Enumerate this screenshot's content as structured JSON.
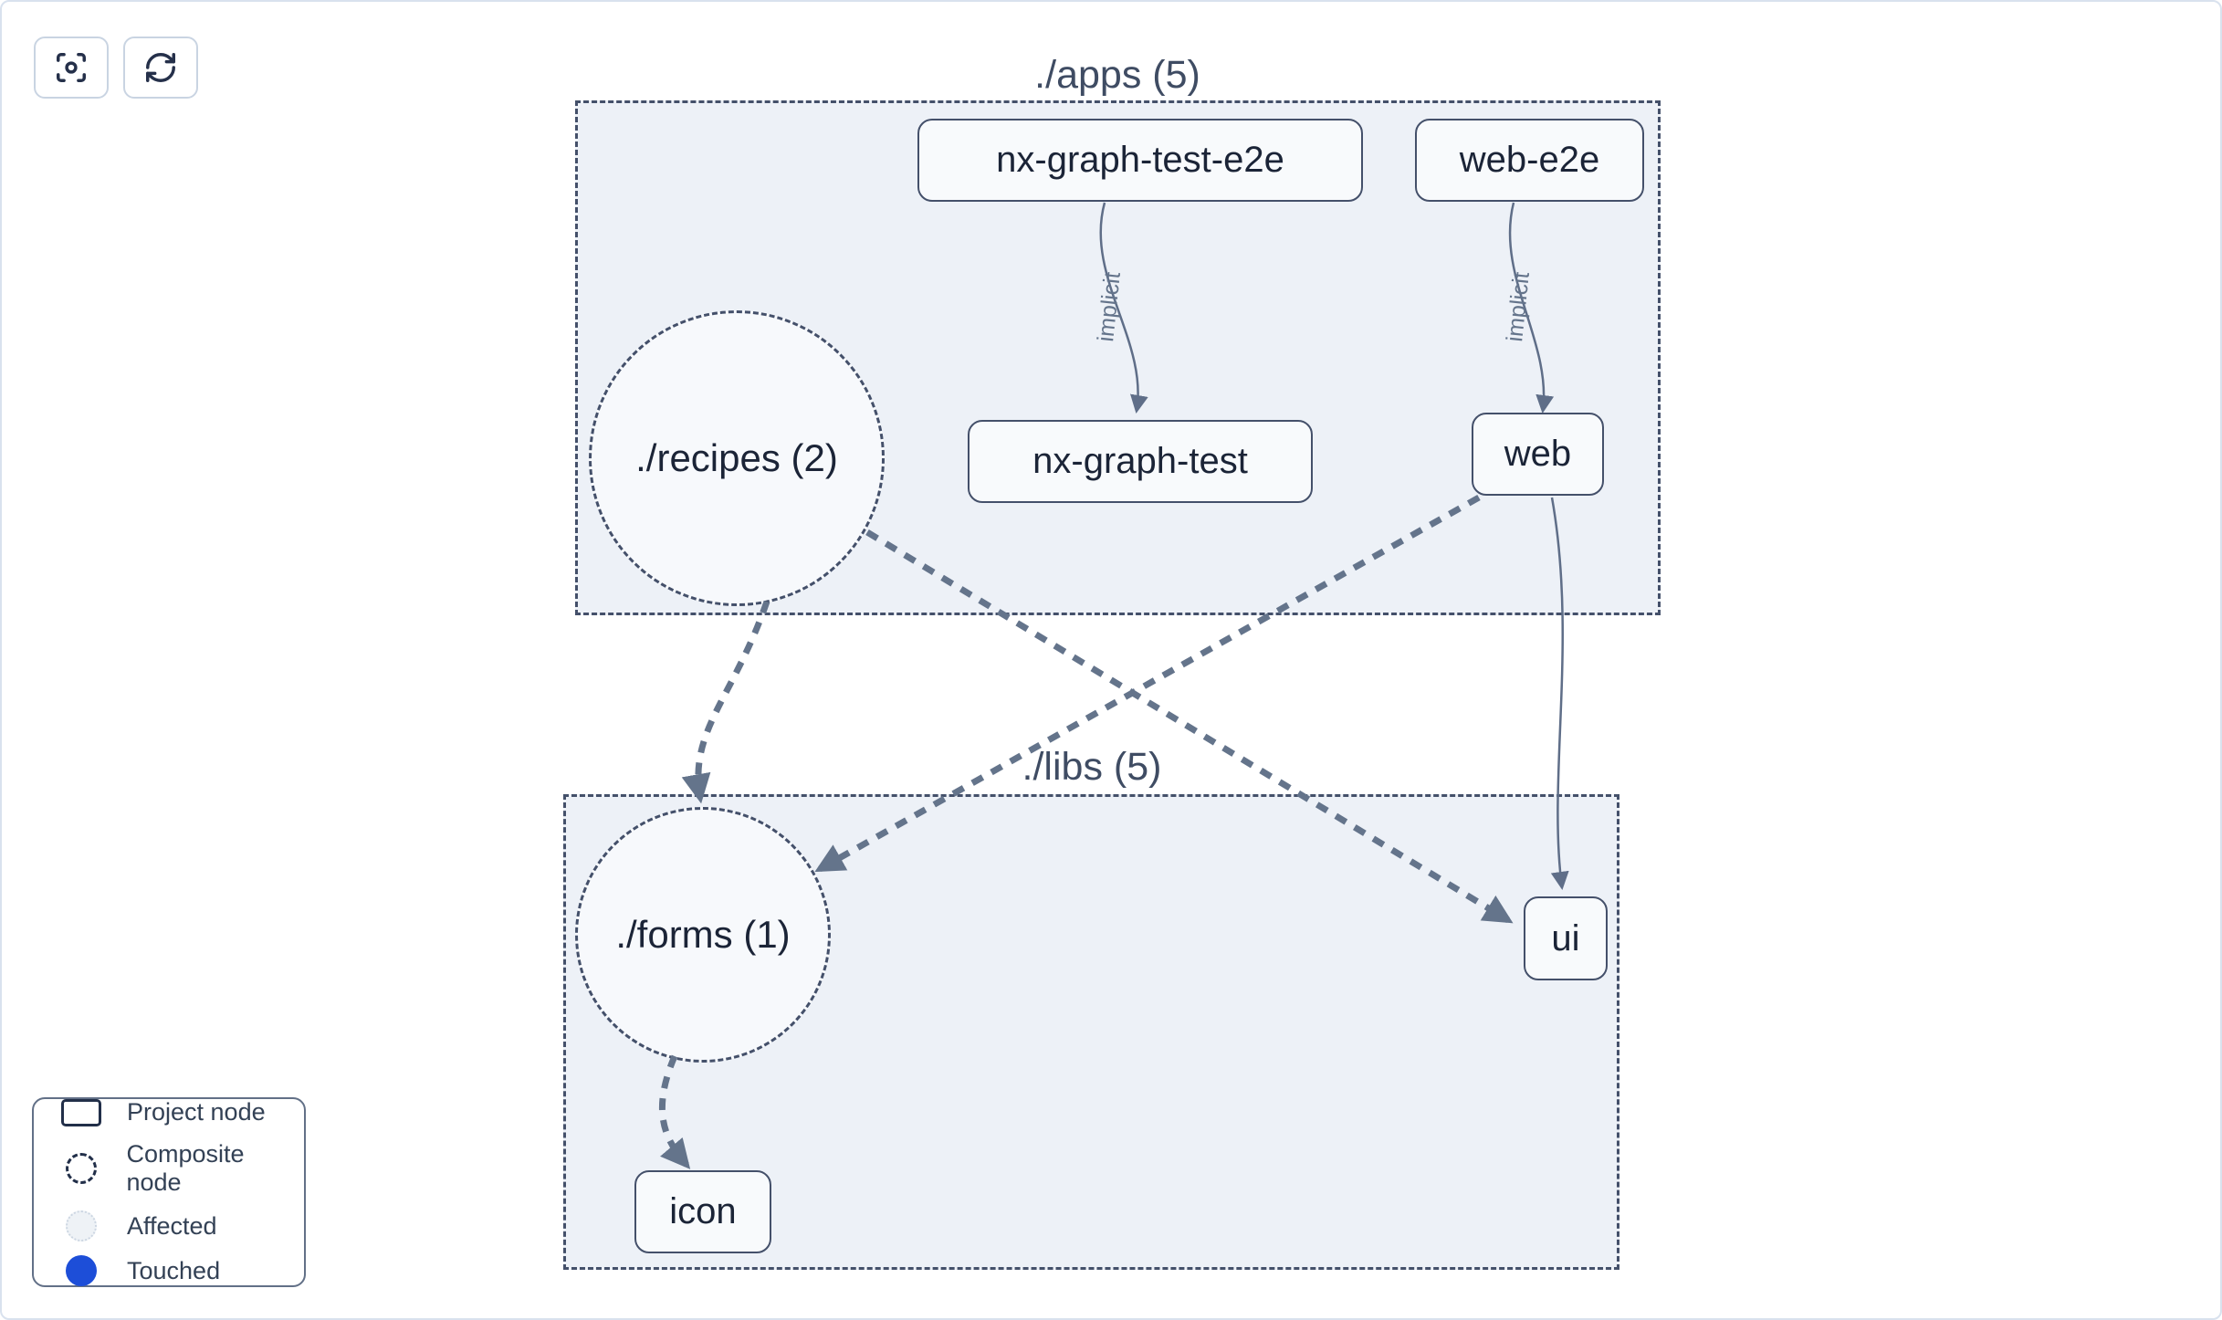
{
  "toolbar": {
    "buttons": [
      {
        "name": "center-graph-button",
        "icon": "crosshair-focus-icon"
      },
      {
        "name": "refresh-graph-button",
        "icon": "refresh-icon"
      }
    ]
  },
  "graph": {
    "clusters": [
      {
        "id": "apps",
        "label": "./apps (5)"
      },
      {
        "id": "libs",
        "label": "./libs (5)"
      }
    ],
    "composite_nodes": [
      {
        "id": "recipes",
        "label": "./recipes (2)",
        "cluster": "apps"
      },
      {
        "id": "forms",
        "label": "./forms (1)",
        "cluster": "libs"
      }
    ],
    "project_nodes": [
      {
        "id": "nx-graph-test-e2e",
        "label": "nx-graph-test-e2e",
        "cluster": "apps"
      },
      {
        "id": "web-e2e",
        "label": "web-e2e",
        "cluster": "apps"
      },
      {
        "id": "nx-graph-test",
        "label": "nx-graph-test",
        "cluster": "apps"
      },
      {
        "id": "web",
        "label": "web",
        "cluster": "apps"
      },
      {
        "id": "ui",
        "label": "ui",
        "cluster": "libs"
      },
      {
        "id": "icon",
        "label": "icon",
        "cluster": "libs"
      }
    ],
    "edges": [
      {
        "from": "nx-graph-test-e2e",
        "to": "nx-graph-test",
        "label": "implicit",
        "style": "thin-solid"
      },
      {
        "from": "web-e2e",
        "to": "web",
        "label": "implicit",
        "style": "thin-solid"
      },
      {
        "from": "./recipes (2)",
        "to": "./forms (1)",
        "style": "thick-dashed"
      },
      {
        "from": "./recipes (2)",
        "to": "ui",
        "style": "thick-dashed"
      },
      {
        "from": "web",
        "to": "./forms (1)",
        "style": "thick-dashed"
      },
      {
        "from": "web",
        "to": "ui",
        "style": "thin-solid"
      },
      {
        "from": "./forms (1)",
        "to": "icon",
        "style": "thick-dashed"
      }
    ]
  },
  "legend": {
    "items": [
      {
        "swatch": "project-node-swatch",
        "label": "Project node"
      },
      {
        "swatch": "composite-node-swatch",
        "label": "Composite node"
      },
      {
        "swatch": "affected-swatch",
        "label": "Affected"
      },
      {
        "swatch": "touched-swatch",
        "label": "Touched"
      }
    ]
  },
  "colors": {
    "touched_blue": "#1d4ed8",
    "cluster_background": "#edf1f7",
    "node_background": "#f8fafc",
    "border_slate": "#44506a",
    "edge_gray": "#64748b",
    "text_dark": "#1b2437"
  }
}
